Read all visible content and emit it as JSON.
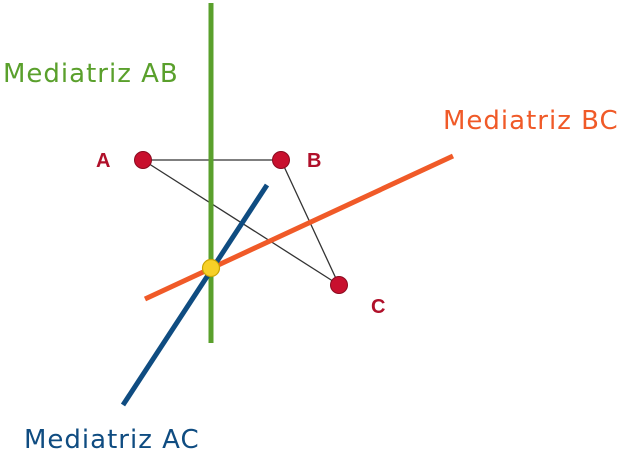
{
  "labels": {
    "bisector_ab": "Mediatriz AB",
    "bisector_bc": "Mediatriz BC",
    "bisector_ac": "Mediatriz AC"
  },
  "points": {
    "a": "A",
    "b": "B",
    "c": "C"
  },
  "colors": {
    "bisector_ab": "#5aa02c",
    "bisector_bc": "#f05a28",
    "bisector_ac": "#0f4c81",
    "vertex": "#c8102e",
    "vertex_label": "#b0102a",
    "circumcenter": "#f7d027",
    "triangle_edge": "#333333"
  }
}
